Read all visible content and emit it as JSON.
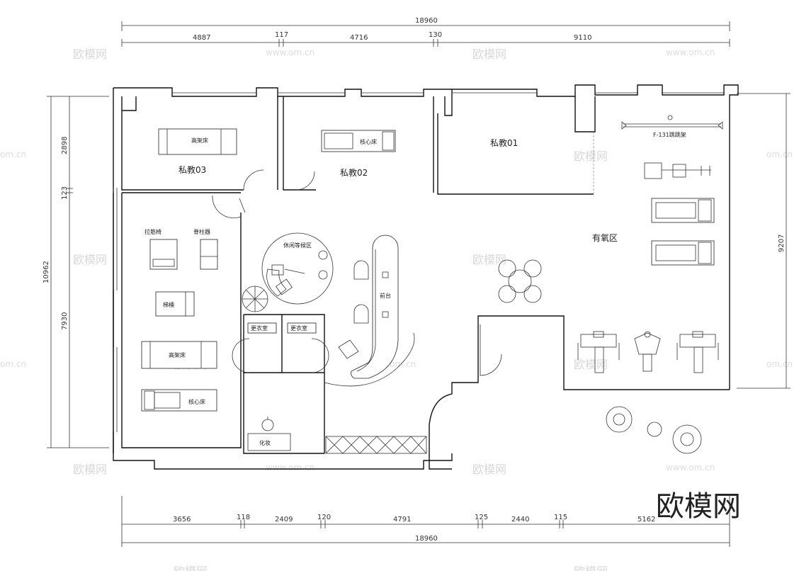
{
  "dimensions": {
    "top_total": "18960",
    "top_segments": [
      "4887",
      "117",
      "4716",
      "130",
      "9110"
    ],
    "bottom_total": "18960",
    "bottom_segments": [
      "3656",
      "118",
      "2409",
      "120",
      "4791",
      "125",
      "2440",
      "115",
      "5162"
    ],
    "left_total": "10962",
    "left_segments": [
      "2898",
      "123",
      "7930"
    ],
    "right_total": "9207"
  },
  "rooms": {
    "private_03": "私教03",
    "private_02": "私教02",
    "private_01": "私教01",
    "cardio": "有氧区",
    "lounge": "休闲等候区",
    "front_desk": "前台",
    "locker_1": "更衣室",
    "locker_2": "更衣室",
    "makeup": "化妆"
  },
  "equipment": {
    "high_bed_1": "高架床",
    "core_bed_1": "核心床",
    "stretch_machine": "拉筋椅",
    "spine_trainer": "脊柱器",
    "ladder_barrel": "梯桶",
    "high_bed_2": "高架床",
    "core_bed_2": "核心床",
    "rack": "F-131跳跳架"
  },
  "watermark": {
    "brand": "欧模网",
    "site": "www.om.cn",
    "site_short": "om.cn"
  }
}
